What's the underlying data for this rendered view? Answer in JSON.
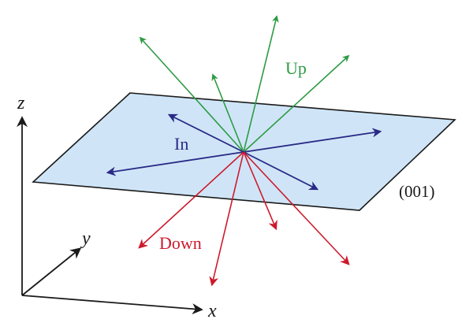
{
  "labels": {
    "up": "Up",
    "in": "In",
    "down": "Down",
    "plane": "(001)",
    "axis_x": "x",
    "axis_y": "y",
    "axis_z": "z"
  },
  "colors": {
    "up": "#2e9b44",
    "in": "#2a2a86",
    "down": "#cc1a2c",
    "plane_fill": "#cfe5f7",
    "plane_stroke": "#1a1a1a",
    "axes": "#1a1a1a"
  }
}
